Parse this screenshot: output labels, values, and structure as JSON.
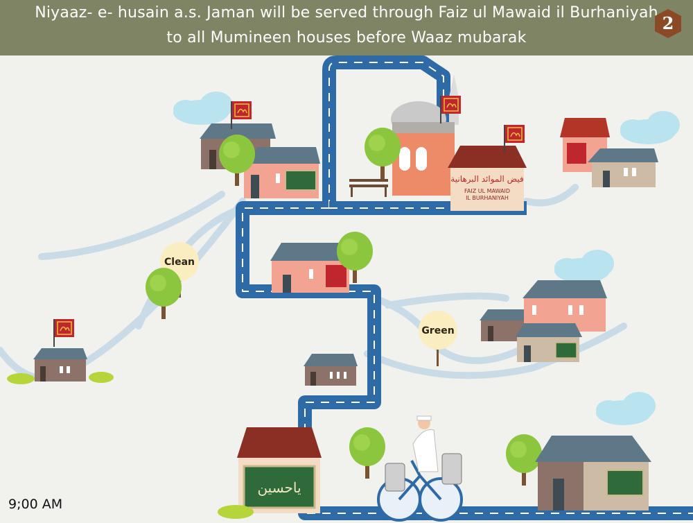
{
  "header": {
    "title_line1": "Niyaaz- e- husain a.s. Jaman will be served through Faiz ul Mawaid il Burhaniyah",
    "title_line2": "to all Mumineen houses before Waaz mubarak",
    "step_number": "2"
  },
  "tags": {
    "clean": "Clean",
    "green": "Green"
  },
  "kitchen": {
    "arabic_name": "فيض الموائد البرهانية",
    "english_line1": "FAIZ UL MAWAID",
    "english_line2": "IL BURHANIYAH"
  },
  "house_sign": "ياحسين",
  "clock": {
    "time": "9;00 AM"
  },
  "colors": {
    "banner": "#7f8564",
    "road": "#2d6aa6",
    "flag": "#c0262d",
    "badge": "#8a4a26"
  }
}
